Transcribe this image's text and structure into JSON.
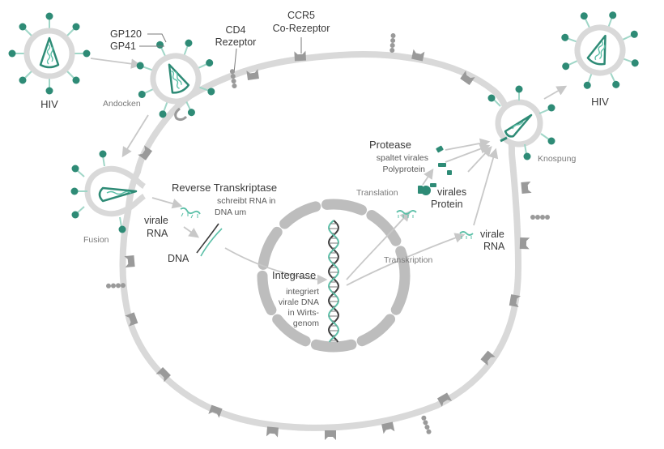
{
  "labels": {
    "hiv_left": "HIV",
    "hiv_right": "HIV",
    "gp120": "GP120",
    "gp41": "GP41",
    "cd4_line1": "CD4",
    "cd4_line2": "Rezeptor",
    "ccr5_line1": "CCR5",
    "ccr5_line2": "Co-Rezeptor",
    "andocken": "Andocken",
    "fusion": "Fusion",
    "knospung": "Knospung",
    "rt_title": "Reverse Transkriptase",
    "rt_sub1": "schreibt RNA in",
    "rt_sub2": "DNA um",
    "virale_rna_1a": "virale",
    "virale_rna_1b": "RNA",
    "dna": "DNA",
    "integrase_title": "Integrase",
    "integrase_sub1": "integriert",
    "integrase_sub2": "virale DNA",
    "integrase_sub3": "in Wirts-",
    "integrase_sub4": "genom",
    "translation": "Translation",
    "transkription": "Transkription",
    "protease_title": "Protease",
    "protease_sub1": "spaltet virales",
    "protease_sub2": "Polyprotein",
    "virales_protein_a": "virales",
    "virales_protein_b": "Protein",
    "virale_rna_2a": "virale",
    "virale_rna_2b": "RNA"
  },
  "colors": {
    "teal": "#2e8b76",
    "teal_light": "#5cc0a8",
    "membrane": "#d9d9d9",
    "receptor": "#9a9a9a",
    "nucleus": "#bdbdbd",
    "arrow": "#c8c8c8",
    "text_dark": "#3a3a3a",
    "text_gray": "#7a7a7a"
  }
}
